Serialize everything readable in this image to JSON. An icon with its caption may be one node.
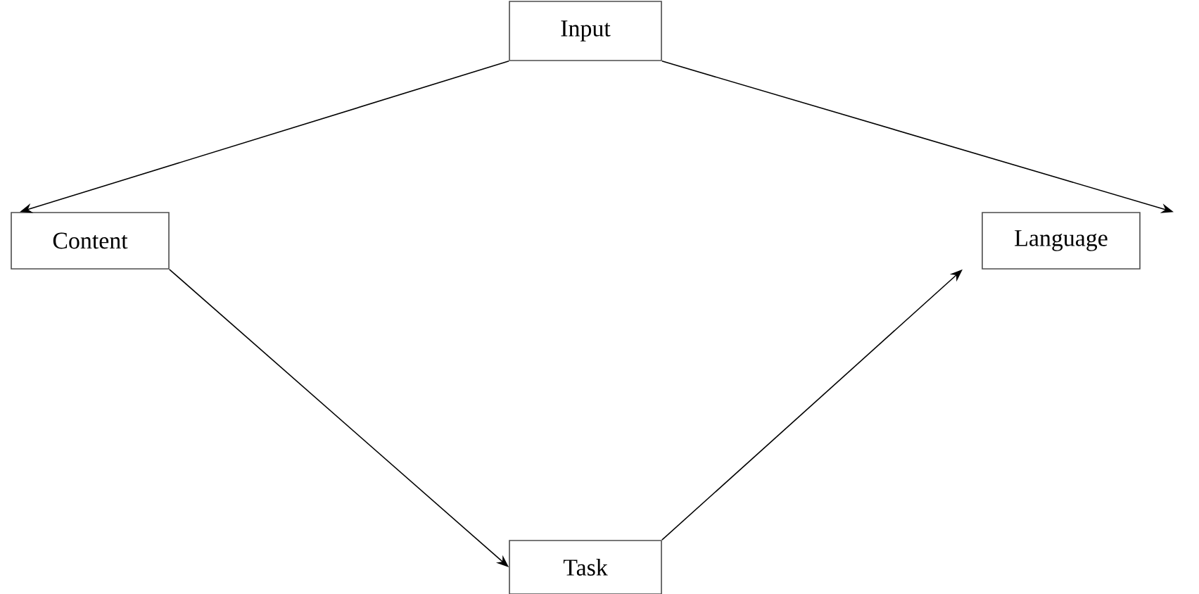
{
  "diagram": {
    "nodes": [
      {
        "text": [
          "Input"
        ]
      },
      {
        "text": [
          "Content"
        ]
      },
      {
        "text": [
          "Language"
        ]
      },
      {
        "text": [
          "Task"
        ]
      }
    ],
    "edges": [
      {
        "from": 0,
        "to": 1,
        "arrow": "to"
      },
      {
        "from": 0,
        "to": 2,
        "arrow": "to"
      },
      {
        "from": 1,
        "to": 3,
        "arrow": "to"
      },
      {
        "from": 3,
        "to": 2,
        "arrow": "to"
      }
    ]
  }
}
